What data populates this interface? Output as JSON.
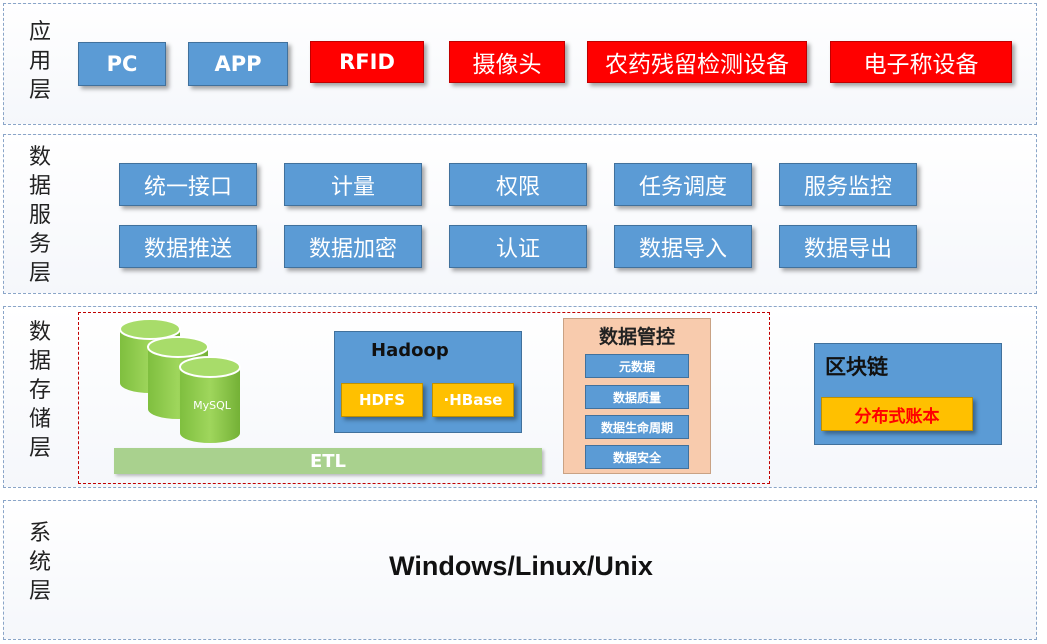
{
  "colors": {
    "blue": "#5b9bd5",
    "red": "#ff0000",
    "orange": "#ffc000",
    "green": "#92d050",
    "light_green": "#a9d18e",
    "peach": "#f8cbad"
  },
  "layers": {
    "app": {
      "label": "应\n用\n层",
      "items": [
        "PC",
        "APP",
        "RFID",
        "摄像头",
        "农药残留检测设备",
        "电子称设备"
      ]
    },
    "service": {
      "label": "数\n据\n服\n务\n层",
      "row1": [
        "统一接口",
        "计量",
        "权限",
        "任务调度",
        "服务监控"
      ],
      "row2": [
        "数据推送",
        "数据加密",
        "认证",
        "数据导入",
        "数据导出"
      ]
    },
    "storage": {
      "label": "数\n据\n存\n储\n层",
      "mysql": "MySQL",
      "hadoop": {
        "title": "Hadoop",
        "hdfs": "HDFS",
        "hbase": "·HBase"
      },
      "etl": "ETL",
      "governance": {
        "title": "数据管控",
        "items": [
          "元数据",
          "数据质量",
          "数据生命周期",
          "数据安全"
        ]
      },
      "blockchain": {
        "title": "区块链",
        "ledger": "分布式账本"
      }
    },
    "system": {
      "label": "系\n统\n层",
      "os": "Windows/Linux/Unix"
    }
  }
}
